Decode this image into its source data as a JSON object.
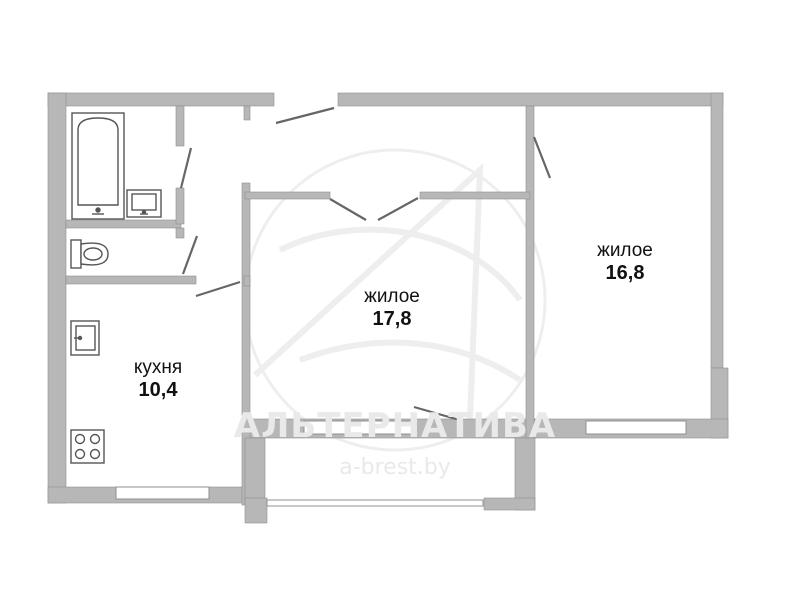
{
  "rooms": {
    "living1": {
      "name": "жилое",
      "area": "16,8"
    },
    "living2": {
      "name": "жилое",
      "area": "17,8"
    },
    "kitchen": {
      "name": "кухня",
      "area": "10,4"
    }
  },
  "watermark": {
    "brand": "АЛЬТЕРНАТИВА",
    "site": "a-brest.by"
  },
  "colors": {
    "wall": "#b7b7b7",
    "wall_edge": "#8f8f8f",
    "window": "#ffffff",
    "fixture": "#555555",
    "watermark": "#e9e9e9"
  },
  "icons": [
    "bathtub-icon",
    "sink-icon",
    "toilet-icon",
    "stove-icon"
  ]
}
